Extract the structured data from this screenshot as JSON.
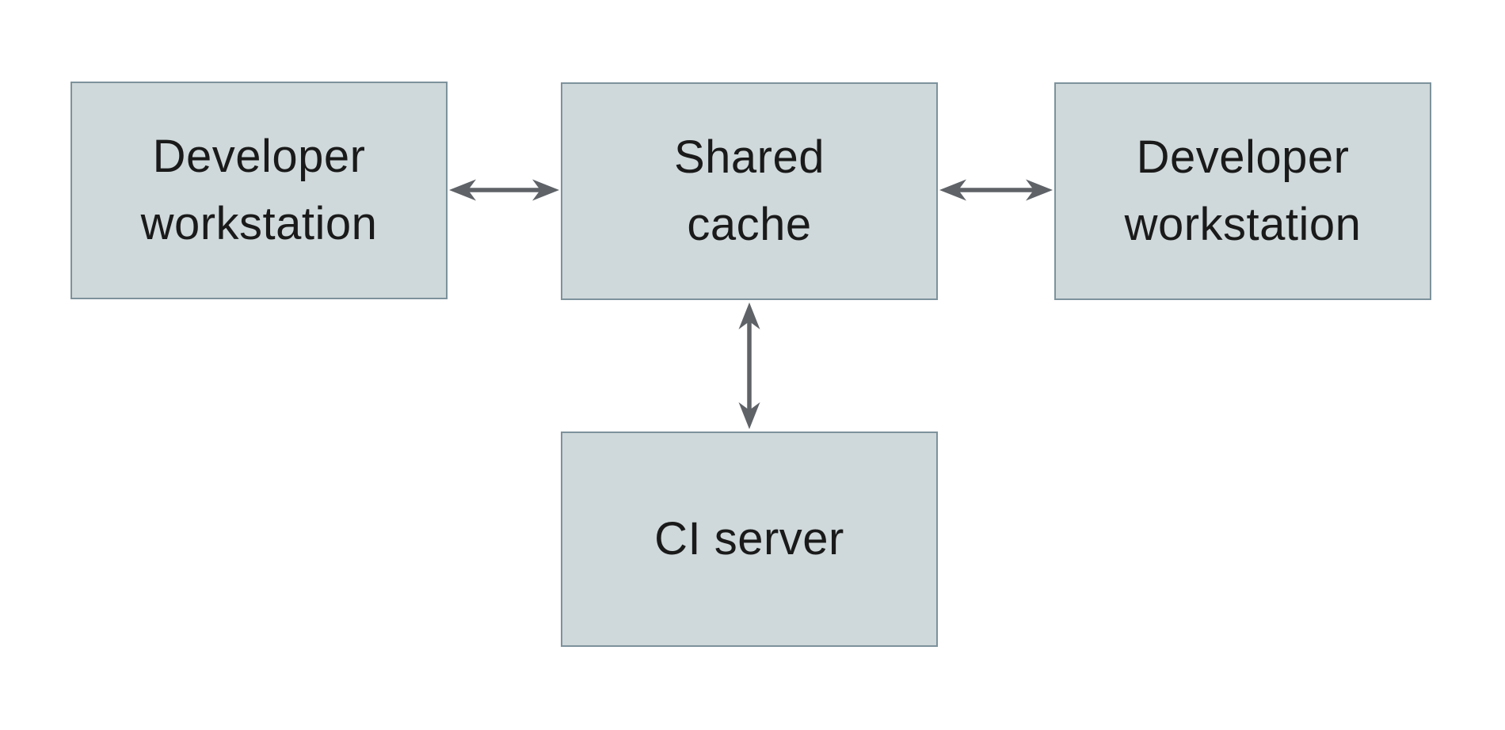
{
  "diagram": {
    "type": "architecture-diagram",
    "background": "white"
  },
  "nodes": {
    "workstation_left": {
      "label": "Developer\nworkstation"
    },
    "shared_cache": {
      "label": "Shared\ncache"
    },
    "workstation_right": {
      "label": "Developer\nworkstation"
    },
    "ci_server": {
      "label": "CI server"
    }
  },
  "edges": [
    {
      "from": "workstation_left",
      "to": "shared_cache",
      "direction": "bidirectional",
      "orientation": "horizontal"
    },
    {
      "from": "shared_cache",
      "to": "workstation_right",
      "direction": "bidirectional",
      "orientation": "horizontal"
    },
    {
      "from": "shared_cache",
      "to": "ci_server",
      "direction": "bidirectional",
      "orientation": "vertical"
    }
  ],
  "colors": {
    "node_fill": "#cfd8da",
    "node_border": "#7d929c",
    "arrow": "#5f6368",
    "text": "#1a1a1a",
    "background": "#ffffff"
  }
}
